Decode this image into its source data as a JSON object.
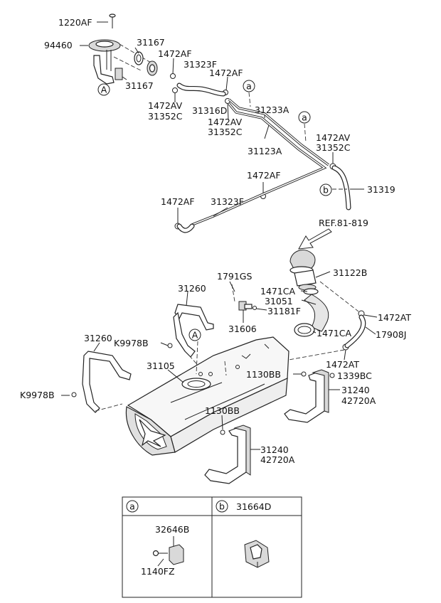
{
  "labels": {
    "l1220AF": "1220AF",
    "l94460": "94460",
    "l31167a": "31167",
    "l31167b": "31167",
    "l1472AF_1": "1472AF",
    "l31323F_1": "31323F",
    "l1472AF_2": "1472AF",
    "l1472AV_1": "1472AV",
    "l31352C_1": "31352C",
    "l31316D": "31316D",
    "l1472AV_2": "1472AV",
    "l31352C_2": "31352C",
    "l31233A": "31233A",
    "l31123A": "31123A",
    "l1472AV_3": "1472AV",
    "l31352C_3": "31352C",
    "l1472AF_3": "1472AF",
    "l31319": "31319",
    "l1472AF_4": "1472AF",
    "l31323F_2": "31323F",
    "lREF": "REF.81-819",
    "l31122B": "31122B",
    "l1791GS": "1791GS",
    "l1471CA_1": "1471CA",
    "l31051": "31051",
    "l31181F": "31181F",
    "l1472AT_1": "1472AT",
    "l31260_1": "31260",
    "l31606": "31606",
    "l1471CA_2": "1471CA",
    "l17908J": "17908J",
    "l31260_2": "31260",
    "lK9978B_1": "K9978B",
    "l31105": "31105",
    "l1472AT_2": "1472AT",
    "l1130BB_1": "1130BB",
    "l1339BC": "1339BC",
    "l31240_1": "31240",
    "l42720A_1": "42720A",
    "lK9978B_2": "K9978B",
    "l1130BB_2": "1130BB",
    "l31240_2": "31240",
    "l42720A_2": "42720A"
  },
  "markers": {
    "A_top": "A",
    "a_mid1": "a",
    "a_mid2": "a",
    "b_mid": "b",
    "A_tank": "A"
  },
  "legend": {
    "a_key": "a",
    "b_key": "b",
    "b_part": "31664D",
    "a_part1": "32646B",
    "a_part2": "1140FZ"
  }
}
